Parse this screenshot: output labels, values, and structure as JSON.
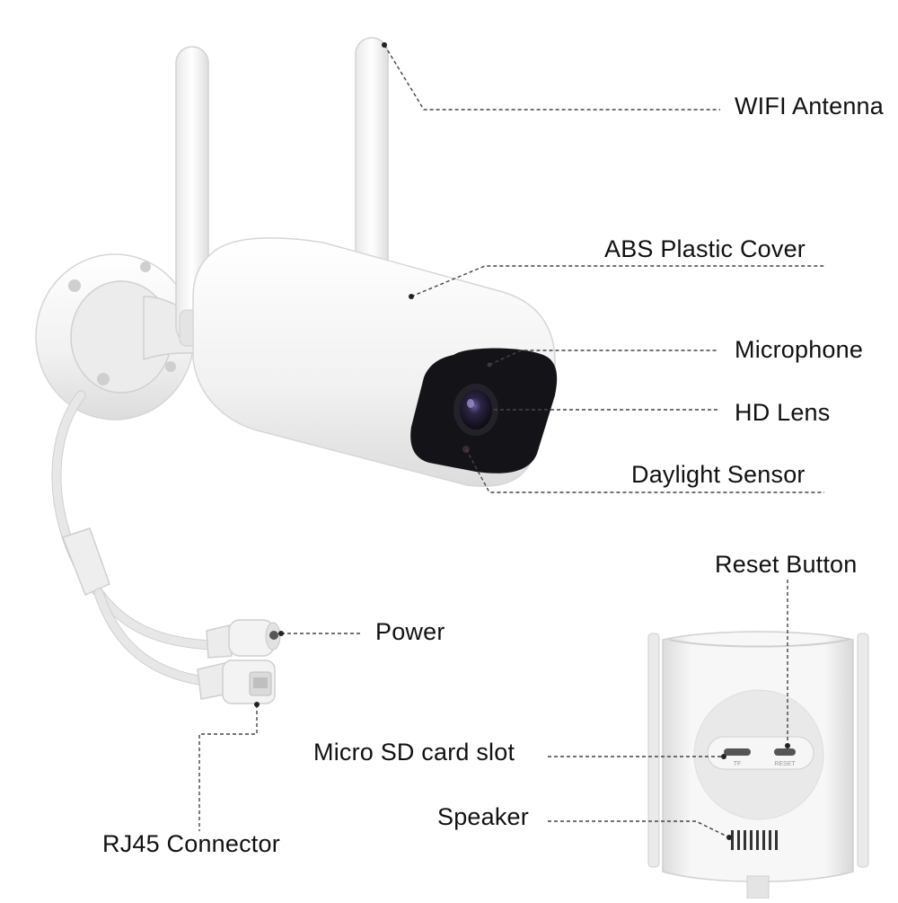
{
  "labels": {
    "wifi_antenna": "WIFI Antenna",
    "abs_cover": "ABS Plastic Cover",
    "microphone": "Microphone",
    "hd_lens": "HD Lens",
    "daylight_sensor": "Daylight Sensor",
    "reset_button": "Reset Button",
    "power": "Power",
    "micro_sd": "Micro SD card slot",
    "speaker": "Speaker",
    "rj45": "RJ45 Connector",
    "slot_tf": "TF",
    "slot_reset": "RESET"
  },
  "colors": {
    "housing": "#f4f4f4",
    "lens_face": "#141418",
    "lens": "#2a2440",
    "text": "#111111",
    "leader": "#444444"
  }
}
